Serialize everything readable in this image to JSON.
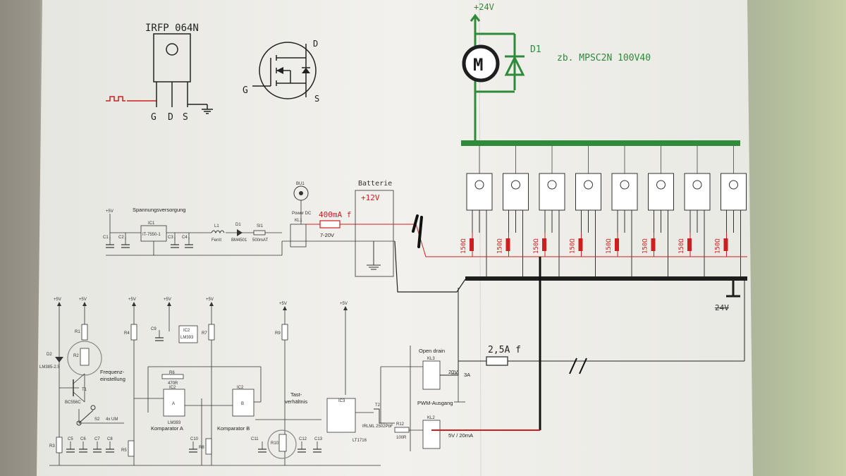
{
  "colors": {
    "paper": "#f3f2ee",
    "ink": "#1e1e1e",
    "red": "#cc2020",
    "green": "#2f8a3a",
    "print": "#333333"
  },
  "top": {
    "mosfet_part": "IRFP 064N",
    "pin_g": "G",
    "pin_d": "D",
    "pin_s": "S",
    "sym_g": "G",
    "sym_d": "D",
    "sym_s": "S",
    "supply": "+24V",
    "motor": "M",
    "diode_ref": "D1",
    "diode_note": "zb. MPSC2N 100V40"
  },
  "power": {
    "title": "Spannungsversorgung",
    "vcc": "+5V",
    "c1": "C1",
    "c2": "C2",
    "c3": "C3",
    "c4": "C4",
    "ic1_ref": "IC1",
    "ic1_part": "IT-7550-1",
    "l1": "L1",
    "l1_sub": "Ferrit",
    "d1": "D1",
    "d1_sub": "BM4501",
    "si1": "SI1",
    "si1_sub": "500mAT",
    "bu1": "BU1",
    "bu1_sub": "Power DC",
    "kl1": "KL1",
    "range": "7-20V",
    "fuse_note": "400mA f",
    "battery_title": "Batterie",
    "battery_voltage": "+12V"
  },
  "fets": {
    "resistor": "150Ω",
    "count": 8
  },
  "gnd_label": "24V",
  "lower": {
    "vcc": "+5V",
    "d2": "D2",
    "d2_sub": "LM385-2.5",
    "r1": "R1",
    "r2": "R2",
    "r3": "R3",
    "r4": "R4",
    "r5": "R5",
    "r7": "R7",
    "r8": "R8",
    "r9": "R9",
    "t1": "T1",
    "t1_sub": "BC556C",
    "freq_1": "Frequenz-",
    "freq_2": "einstellung",
    "s2": "S2",
    "s2_sub": "4x UM",
    "r6": "R6",
    "r6_val": "470R",
    "ic2a_ref": "IC2",
    "ic2a_unit": "A",
    "ic2a_part": "LM393",
    "comp_a": "Komparator A",
    "ic2b_ref": "IC2",
    "ic2b_unit": "B",
    "comp_b": "Komparator B",
    "ic2_pwr": "IC2",
    "ic2_pwr_part": "LM393",
    "c5": "C5",
    "c6": "C6",
    "c7": "C7",
    "c8": "C8",
    "c9": "C9",
    "c10": "C10",
    "c11": "C11",
    "c12": "C12",
    "c13": "C13",
    "tast_1": "Tast-",
    "tast_2": "verhältnis",
    "r10": "R10",
    "ic3_ref": "IC3",
    "ic3_part": "LT1716",
    "t2": "T2",
    "t2_sub": "IRLML 2502PbF",
    "r12": "R12",
    "r12_val": "100R",
    "kl3": "KL3",
    "open_drain": "Open drain",
    "kl3_rating_v": "20V",
    "kl3_rating_a": "3A",
    "kl2": "KL2",
    "pwm_out": "PWM-Ausgang",
    "kl2_rating": "5V / 20mA",
    "fuse2": "2,5A f"
  }
}
